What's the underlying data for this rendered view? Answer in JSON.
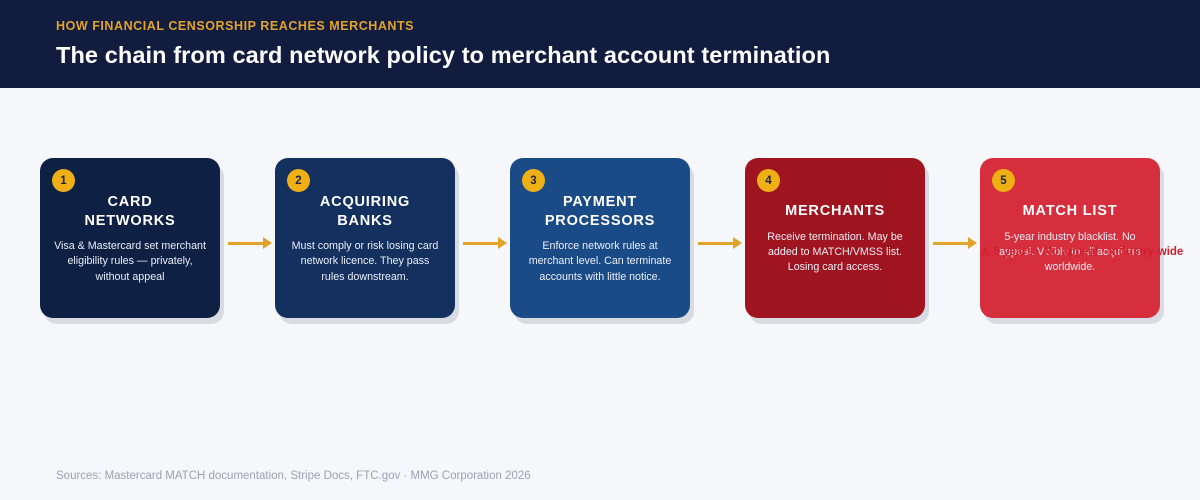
{
  "header": {
    "eyebrow": "HOW FINANCIAL CENSORSHIP REACHES MERCHANTS",
    "title": "The chain from card network policy to merchant account termination",
    "bg_color": "#121c3e",
    "accent_color": "#e2a32b"
  },
  "flow": {
    "nodes": [
      {
        "number": "1",
        "title": "CARD NETWORKS",
        "desc": "Visa & Mastercard set merchant eligibility rules — privately, without appeal",
        "color": "#0f2045"
      },
      {
        "number": "2",
        "title": "ACQUIRING BANKS",
        "desc": "Must comply or risk losing card network licence. They pass rules downstream.",
        "color": "#14305f"
      },
      {
        "number": "3",
        "title": "PAYMENT PROCESSORS",
        "desc": "Enforce network rules at merchant level. Can terminate accounts with little notice.",
        "color": "#1a4b86"
      },
      {
        "number": "4",
        "title": "MERCHANTS",
        "desc": "Receive termination. May be added to MATCH/VMSS list. Losing card access.",
        "color": "#a01420"
      },
      {
        "number": "5",
        "title": "MATCH LIST",
        "desc": "5-year industry blacklist. No appeal. Visible to all acquirers worldwide.",
        "color": "#d62e3c"
      }
    ],
    "arrow_color": "#e2a32b",
    "badge_color": "#efb016"
  },
  "note": {
    "text": "⚠ 5 years · No appeal · Industry-wide",
    "color": "#cf2030"
  },
  "sources": {
    "text": "Sources: Mastercard MATCH documentation, Stripe Docs, FTC.gov · MMG Corporation 2026"
  }
}
